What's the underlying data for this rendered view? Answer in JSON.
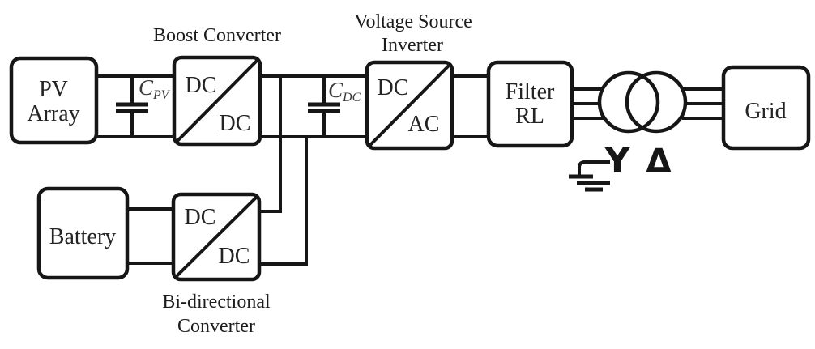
{
  "diagram": {
    "background_color": "#ffffff",
    "line_color": "#161616",
    "pv_array": {
      "label_line1": "PV",
      "label_line2": "Array"
    },
    "cap_pv": {
      "symbol": "C",
      "subscript": "PV"
    },
    "boost": {
      "title": "Boost Converter",
      "input_label": "DC",
      "output_label": "DC"
    },
    "cap_dc": {
      "symbol": "C",
      "subscript": "DC"
    },
    "vsi": {
      "title_line1": "Voltage Source",
      "title_line2": "Inverter",
      "input_label": "DC",
      "output_label": "AC"
    },
    "filter": {
      "label_line1": "Filter",
      "label_line2": "RL"
    },
    "transformer": {
      "primary_symbol": "Y",
      "secondary_symbol": "Δ"
    },
    "grid": {
      "label": "Grid"
    },
    "battery": {
      "label": "Battery"
    },
    "bidirectional": {
      "title_line1": "Bi-directional",
      "title_line2": "Converter",
      "input_label": "DC",
      "output_label": "DC"
    }
  }
}
